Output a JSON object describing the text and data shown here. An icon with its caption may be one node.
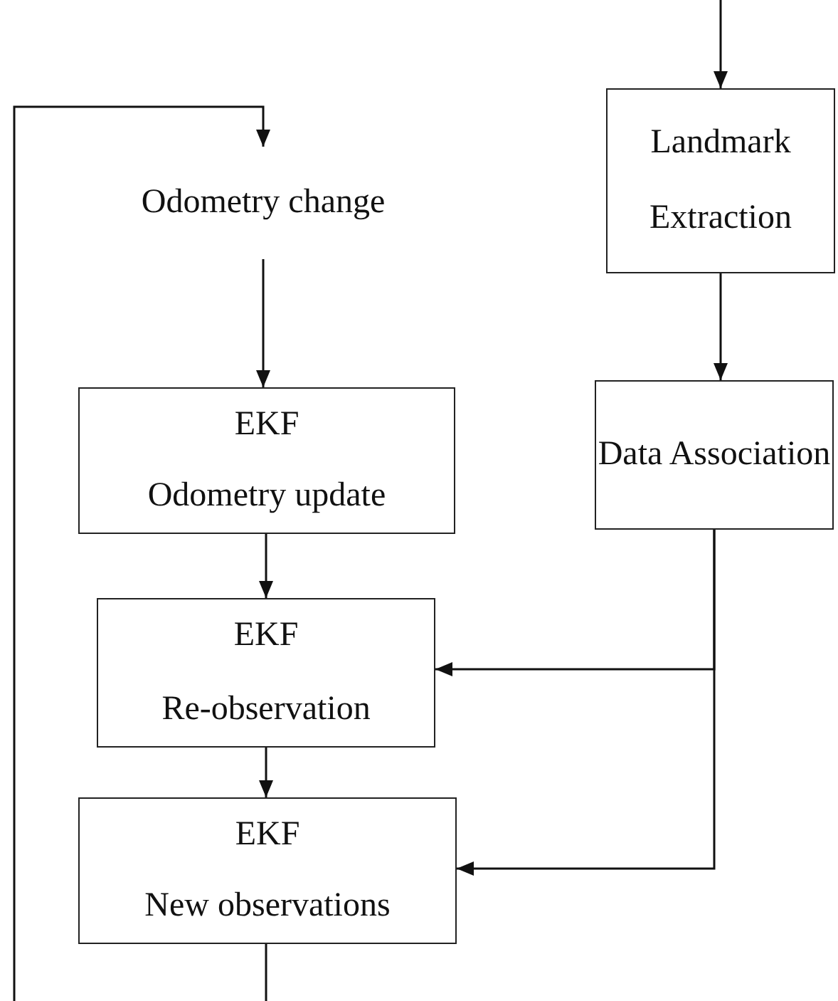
{
  "diagram": {
    "nodes": [
      {
        "text": [
          "Odometry change"
        ]
      },
      {
        "text": [
          "Landmark Extraction"
        ]
      },
      {
        "text": [
          "EKF",
          "Odometry update"
        ]
      },
      {
        "text": [
          "Data Association"
        ]
      },
      {
        "text": [
          "EKF",
          "Re-observation"
        ]
      },
      {
        "text": [
          "EKF",
          "New observations"
        ]
      }
    ],
    "edges": [
      {
        "from": null,
        "to": 1,
        "arrow": "to"
      },
      {
        "from": 1,
        "to": 3,
        "arrow": "to"
      },
      {
        "from": 0,
        "to": 2,
        "arrow": "to"
      },
      {
        "from": 2,
        "to": 4,
        "arrow": "to"
      },
      {
        "from": 4,
        "to": 5,
        "arrow": "to"
      },
      {
        "from": 3,
        "to": 4,
        "arrow": "to"
      },
      {
        "from": 3,
        "to": 5,
        "arrow": "to"
      },
      {
        "from": 5,
        "to": null,
        "arrow": "none"
      },
      {
        "from": null,
        "to": 0,
        "arrow": "to"
      }
    ]
  }
}
